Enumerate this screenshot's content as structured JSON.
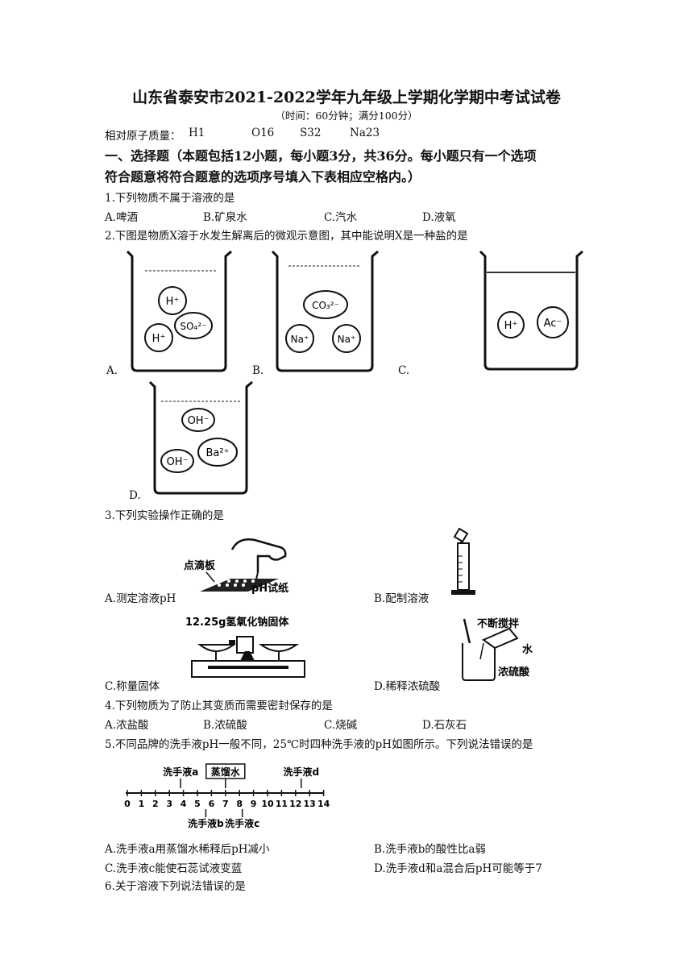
{
  "title": "山东省泰安市2021-2022学年九年级上学期化学期中考试试卷",
  "subtitle": "（时间：60分钟；满分100分）",
  "atomic_mass": {
    "label": "相对原子质量：",
    "items": [
      "H1",
      "O16",
      "S32",
      "Na23"
    ]
  },
  "section1": {
    "line1": "一、选择题（本题包括12小题，每小题3分，共36分。每小题只有一个选项",
    "line2": "符合题意将符合题意的选项序号填入下表相应空格内。）"
  },
  "q1": {
    "stem": "1.下列物质不属于溶液的是",
    "options": [
      "A.啤酒",
      "B.矿泉水",
      "C.汽水",
      "D.液氧"
    ]
  },
  "q2": {
    "stem": "2.下图是物质X溶于水发生解离后的微观示意图，其中能说明X是一种盐的是",
    "option_labels": [
      "A.",
      "B.",
      "C.",
      "D."
    ],
    "beakers": [
      {
        "ions": [
          "H⁺",
          "SO₄²⁻",
          "H⁺"
        ]
      },
      {
        "ions": [
          "CO₃²⁻",
          "Na⁺",
          "Na⁺"
        ]
      },
      {
        "ions": [
          "H⁺",
          "Ac⁻"
        ]
      },
      {
        "ions": [
          "OH⁻",
          "Ba²⁺",
          "OH⁻"
        ]
      }
    ]
  },
  "q3": {
    "stem": "3.下列实验操作正确的是",
    "options": [
      "A.测定溶液pH",
      "B.配制溶液",
      "C.称量固体",
      "D.稀释浓硫酸"
    ],
    "fig_labels": {
      "a1": "点滴板",
      "a2": "pH试纸",
      "c1": "12.25g氢氧化钠固体",
      "d1": "不断搅拌",
      "d2": "水",
      "d3": "浓硫酸"
    }
  },
  "q4": {
    "stem": "4.下列物质为了防止其变质而需要密封保存的是",
    "options": [
      "A.浓盐酸",
      "B.浓硫酸",
      "C.烧碱",
      "D.石灰石"
    ]
  },
  "q5": {
    "stem": "5.不同品牌的洗手液pH一般不同，25℃时四种洗手液的pH如图所示。下列说法错误的是",
    "options": [
      "A.洗手液a用蒸馏水稀释后pH减小",
      "B.洗手液b的酸性比a弱",
      "C.洗手液c能使石蕊试液变蓝",
      "D.洗手液d和a混合后pH可能等于7"
    ],
    "scale_ticks": [
      "0",
      "1",
      "2",
      "3",
      "4",
      "5",
      "6",
      "7",
      "8",
      "9",
      "10",
      "11",
      "12",
      "13",
      "14"
    ],
    "markers": {
      "a": "洗手液a",
      "water": "蒸馏水",
      "d": "洗手液d",
      "b": "洗手液b",
      "c": "洗手液c"
    },
    "values": {
      "a": 3.8,
      "water": 7,
      "d": 12.4,
      "b": 5.6,
      "c": 8.2
    }
  },
  "q6": {
    "stem": "6.关于溶液下列说法错误的是"
  }
}
